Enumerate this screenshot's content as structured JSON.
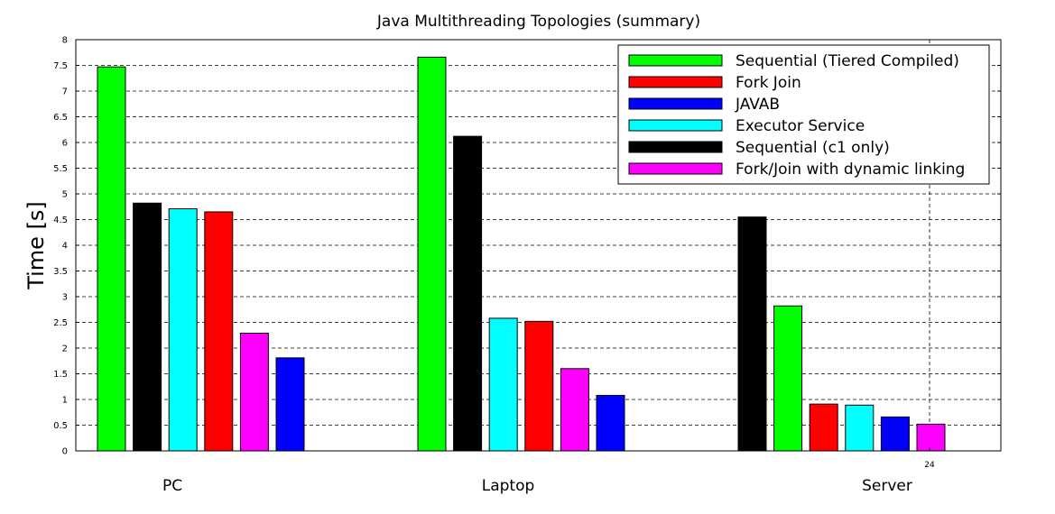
{
  "chart_data": {
    "type": "bar",
    "title": "Java Multithreading Topologies (summary)",
    "ylabel": "Time [s]",
    "xlabel": "",
    "ylim": [
      0,
      8
    ],
    "yticks": [
      "0",
      "0.5",
      "1",
      "1.5",
      "2",
      "2.5",
      "3",
      "3.5",
      "4",
      "4.5",
      "5",
      "5.5",
      "6",
      "6.5",
      "7",
      "7.5",
      "8"
    ],
    "grid": "dashed",
    "legend_position": "top-right",
    "categories": [
      "PC",
      "Laptop",
      "Server"
    ],
    "extra_x_tick": {
      "label": "24",
      "value": 24
    },
    "series": [
      {
        "name": "Sequential (Tiered Compiled)",
        "color": "#00ff00"
      },
      {
        "name": "Fork Join",
        "color": "#ff0000"
      },
      {
        "name": "JAVAB",
        "color": "#0000ff"
      },
      {
        "name": "Executor Service",
        "color": "#00ffff"
      },
      {
        "name": "Sequential (c1 only)",
        "color": "#000000"
      },
      {
        "name": "Fork/Join with dynamic linking",
        "color": "#ff00ff"
      }
    ],
    "groups": [
      {
        "category": "PC",
        "bars": [
          {
            "series": "Sequential (Tiered Compiled)",
            "value": 7.47
          },
          {
            "series": "Sequential (c1 only)",
            "value": 4.82
          },
          {
            "series": "Executor Service",
            "value": 4.71
          },
          {
            "series": "Fork Join",
            "value": 4.65
          },
          {
            "series": "Fork/Join with dynamic linking",
            "value": 2.29
          },
          {
            "series": "JAVAB",
            "value": 1.81
          }
        ]
      },
      {
        "category": "Laptop",
        "bars": [
          {
            "series": "Sequential (Tiered Compiled)",
            "value": 7.66
          },
          {
            "series": "Sequential (c1 only)",
            "value": 6.12
          },
          {
            "series": "Executor Service",
            "value": 2.58
          },
          {
            "series": "Fork Join",
            "value": 2.52
          },
          {
            "series": "Fork/Join with dynamic linking",
            "value": 1.6
          },
          {
            "series": "JAVAB",
            "value": 1.08
          }
        ]
      },
      {
        "category": "Server",
        "bars": [
          {
            "series": "Sequential (c1 only)",
            "value": 4.55
          },
          {
            "series": "Sequential (Tiered Compiled)",
            "value": 2.82
          },
          {
            "series": "Fork Join",
            "value": 0.91
          },
          {
            "series": "Executor Service",
            "value": 0.89
          },
          {
            "series": "JAVAB",
            "value": 0.66
          },
          {
            "series": "Fork/Join with dynamic linking",
            "value": 0.52
          }
        ]
      }
    ]
  }
}
